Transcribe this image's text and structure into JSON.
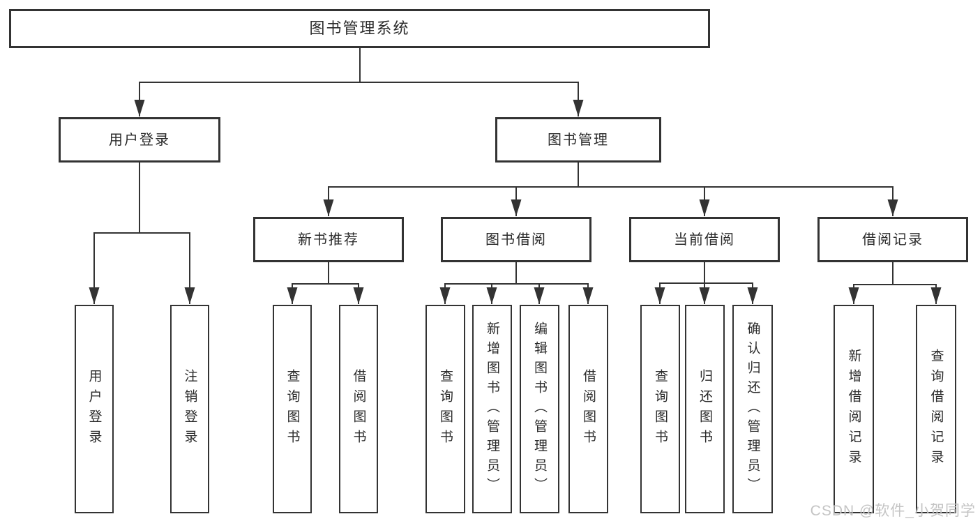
{
  "diagram_type": "hierarchy-tree",
  "colors": {
    "line": "#333333",
    "box_border": "#333333",
    "text": "#2b2b2b",
    "watermark": "#c4c4c4",
    "background": "#ffffff"
  },
  "root": {
    "label": "图书管理系统",
    "children": [
      {
        "label": "用户登录",
        "children": [
          {
            "label": "用户登录"
          },
          {
            "label": "注销登录"
          }
        ]
      },
      {
        "label": "图书管理",
        "children": [
          {
            "label": "新书推荐",
            "children": [
              {
                "label": "查询图书"
              },
              {
                "label": "借阅图书"
              }
            ]
          },
          {
            "label": "图书借阅",
            "children": [
              {
                "label": "查询图书"
              },
              {
                "label": "新增图书（管理员）"
              },
              {
                "label": "编辑图书（管理员）"
              },
              {
                "label": "借阅图书"
              }
            ]
          },
          {
            "label": "当前借阅",
            "children": [
              {
                "label": "查询图书"
              },
              {
                "label": "归还图书"
              },
              {
                "label": "确认归还（管理员）"
              }
            ]
          },
          {
            "label": "借阅记录",
            "children": [
              {
                "label": "新增借阅记录"
              },
              {
                "label": "查询借阅记录"
              }
            ]
          }
        ]
      }
    ]
  },
  "watermark": {
    "text": "CSDN @软件_小贺同学"
  }
}
